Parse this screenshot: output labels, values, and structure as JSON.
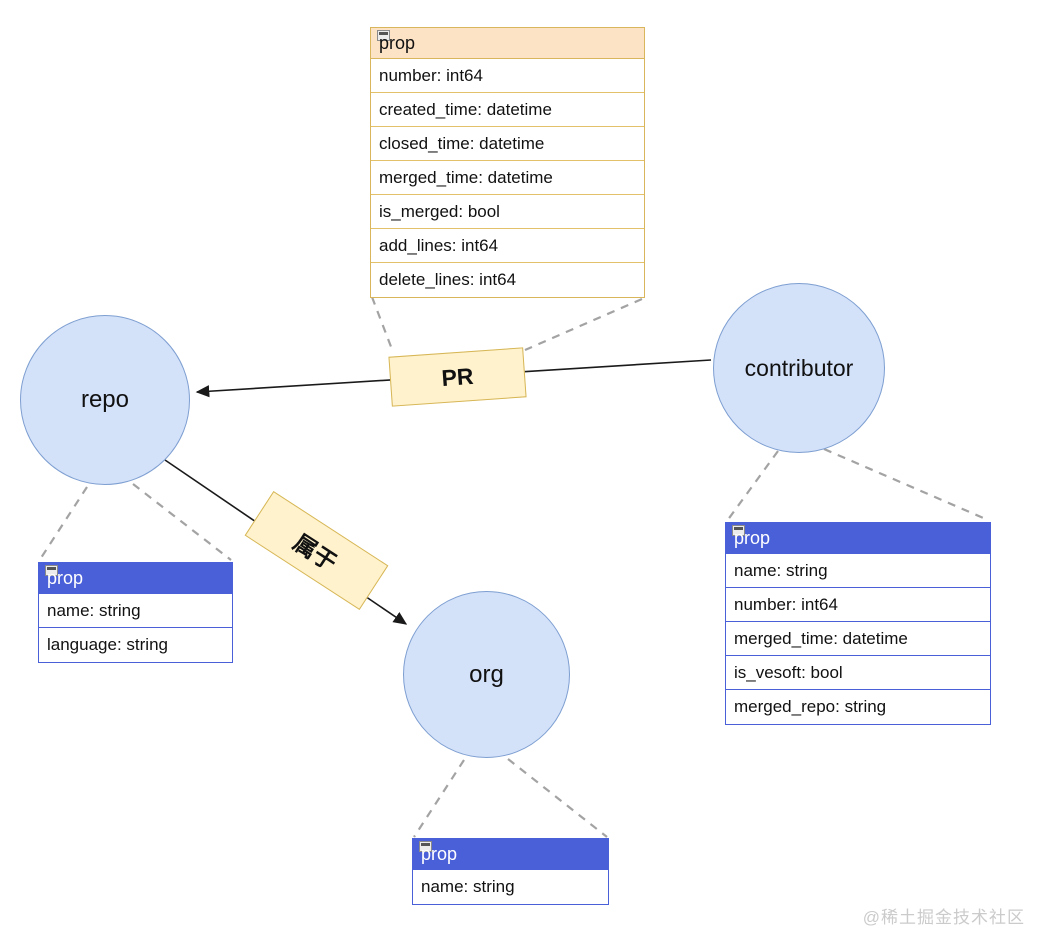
{
  "nodes": {
    "repo": {
      "label": "repo"
    },
    "contributor": {
      "label": "contributor"
    },
    "org": {
      "label": "org"
    }
  },
  "edges": {
    "pr": {
      "label": "PR",
      "from": "contributor",
      "to": "repo"
    },
    "belongs_to": {
      "label": "属于",
      "from": "repo",
      "to": "org"
    }
  },
  "tables": {
    "pr": {
      "title": "prop",
      "rows": [
        "number: int64",
        "created_time: datetime",
        "closed_time: datetime",
        "merged_time: datetime",
        "is_merged: bool",
        "add_lines: int64",
        "delete_lines: int64"
      ]
    },
    "repo": {
      "title": "prop",
      "rows": [
        "name: string",
        "language: string"
      ]
    },
    "contributor": {
      "title": "prop",
      "rows": [
        "name: string",
        "number: int64",
        "merged_time: datetime",
        "is_vesoft: bool",
        "merged_repo: string"
      ]
    },
    "org": {
      "title": "prop",
      "rows": [
        "name: string"
      ]
    }
  },
  "watermark": "@稀土掘金技术社区",
  "colors": {
    "node_fill": "#d3e1f9",
    "node_border": "#7e9fd1",
    "edge_label_fill": "#fff2cc",
    "edge_label_border": "#d6b656",
    "orange_header_fill": "#fde3c6",
    "orange_border": "#d9b55c",
    "blue_header_fill": "#4a60d8",
    "blue_border": "#4a60d8",
    "dashed_line": "#a3a3a3",
    "solid_line": "#1a1a1a"
  }
}
